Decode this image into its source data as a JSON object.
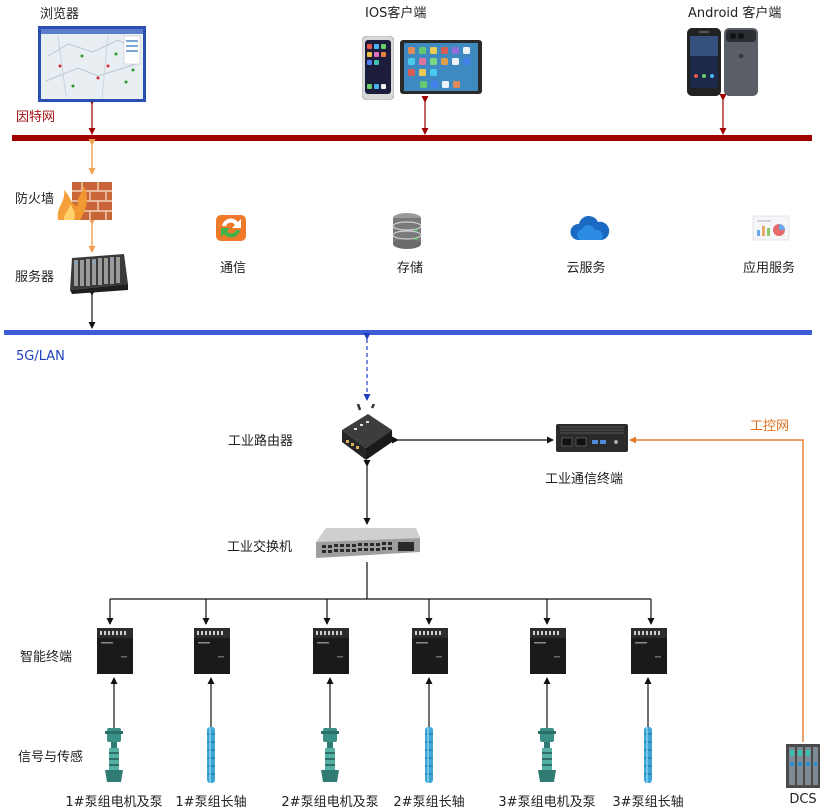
{
  "top_clients": {
    "browser": "浏览器",
    "ios": "IOS客户端",
    "android": "Android 客户端"
  },
  "networks": {
    "internet": "因特网",
    "lan": "5G/LAN",
    "ics": "工控网"
  },
  "server_zone": {
    "firewall": "防火墙",
    "server": "服务器",
    "services": [
      {
        "label": "通信",
        "icon": "sync-arrows-icon"
      },
      {
        "label": "存储",
        "icon": "database-icon"
      },
      {
        "label": "云服务",
        "icon": "cloud-icon"
      },
      {
        "label": "应用服务",
        "icon": "analytics-icon"
      }
    ]
  },
  "field_zone": {
    "router": "工业路由器",
    "comm_terminal": "工业通信终端",
    "switch": "工业交换机",
    "smart_terminal": "智能终端",
    "sensors": "信号与传感",
    "dcs": "DCS",
    "units": [
      {
        "label": "1#泵组电机及泵",
        "kind": "motor-pump"
      },
      {
        "label": "1#泵组长轴",
        "kind": "shaft"
      },
      {
        "label": "2#泵组电机及泵",
        "kind": "motor-pump"
      },
      {
        "label": "2#泵组长轴",
        "kind": "shaft"
      },
      {
        "label": "3#泵组电机及泵",
        "kind": "motor-pump"
      },
      {
        "label": "3#泵组长轴",
        "kind": "shaft"
      }
    ]
  },
  "colors": {
    "internet_bar": "#a00000",
    "lan_bar": "#3d5cd8",
    "ics_line": "#e57c2e",
    "firewall_link": "#f0a050"
  }
}
